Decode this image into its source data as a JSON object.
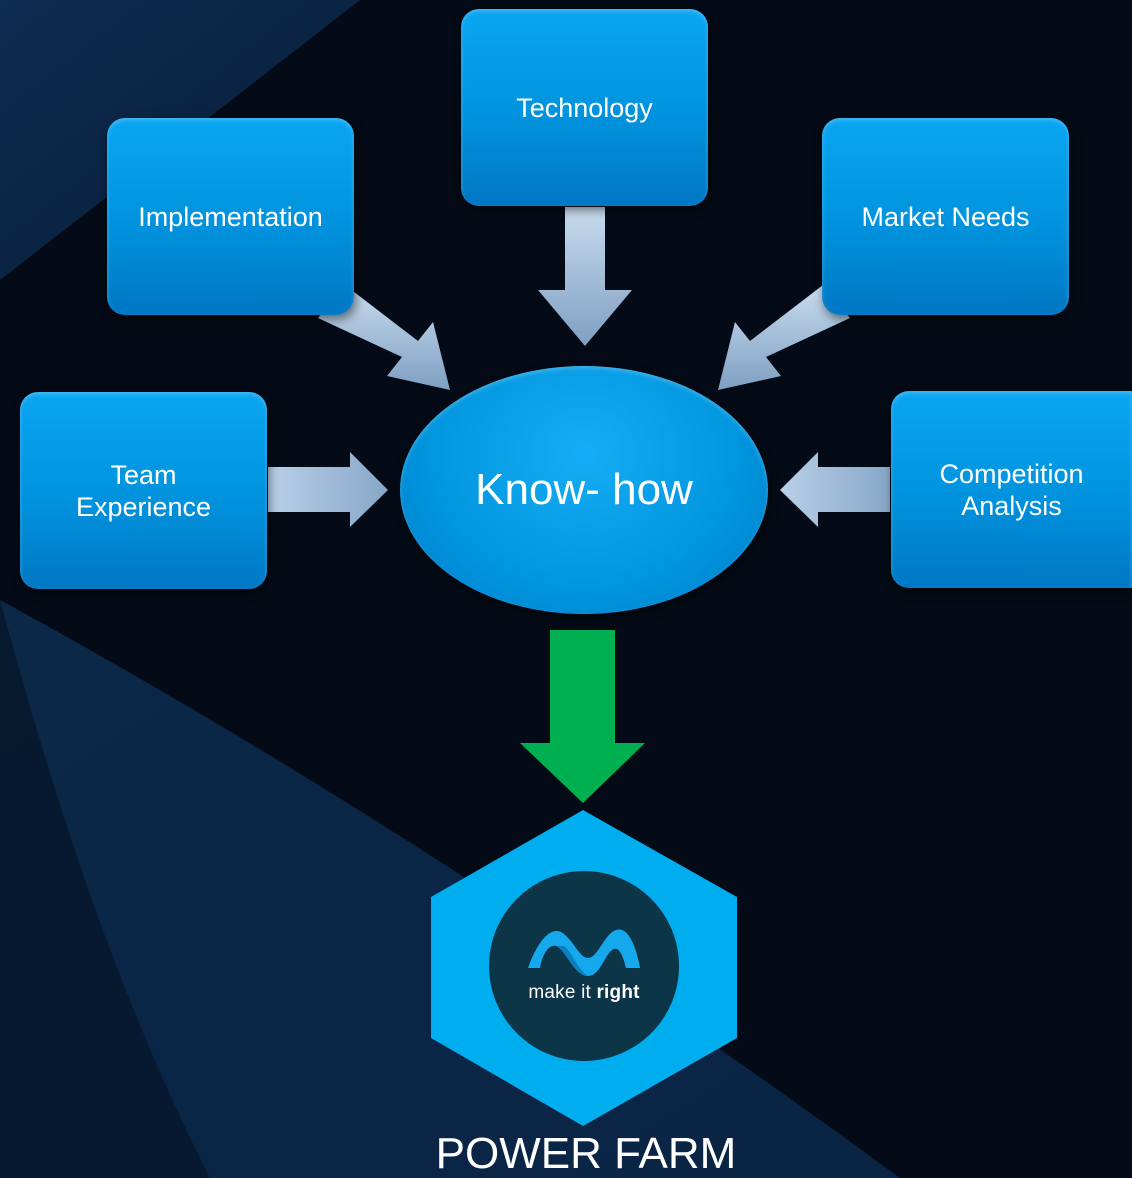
{
  "center": {
    "label": "Know- how"
  },
  "inputs": [
    {
      "id": "technology",
      "label": "Technology"
    },
    {
      "id": "implementation",
      "label": "Implementation"
    },
    {
      "id": "market",
      "label": "Market Needs"
    },
    {
      "id": "team",
      "label": "Team\nExperience"
    },
    {
      "id": "competition",
      "label": "Competition\nAnalysis"
    }
  ],
  "result": {
    "label": "POWER FARM",
    "logo_text_light": "make it ",
    "logo_text_bold": "right"
  },
  "colors": {
    "background": "#040b16",
    "box_blue": "#0195de",
    "input_arrow": "#9bb7d4",
    "output_arrow": "#00b050",
    "hexagon": "#00adef",
    "logo_disc": "#0d3548"
  },
  "icons": {
    "brand_logo": "make-it-right-logo-icon"
  }
}
